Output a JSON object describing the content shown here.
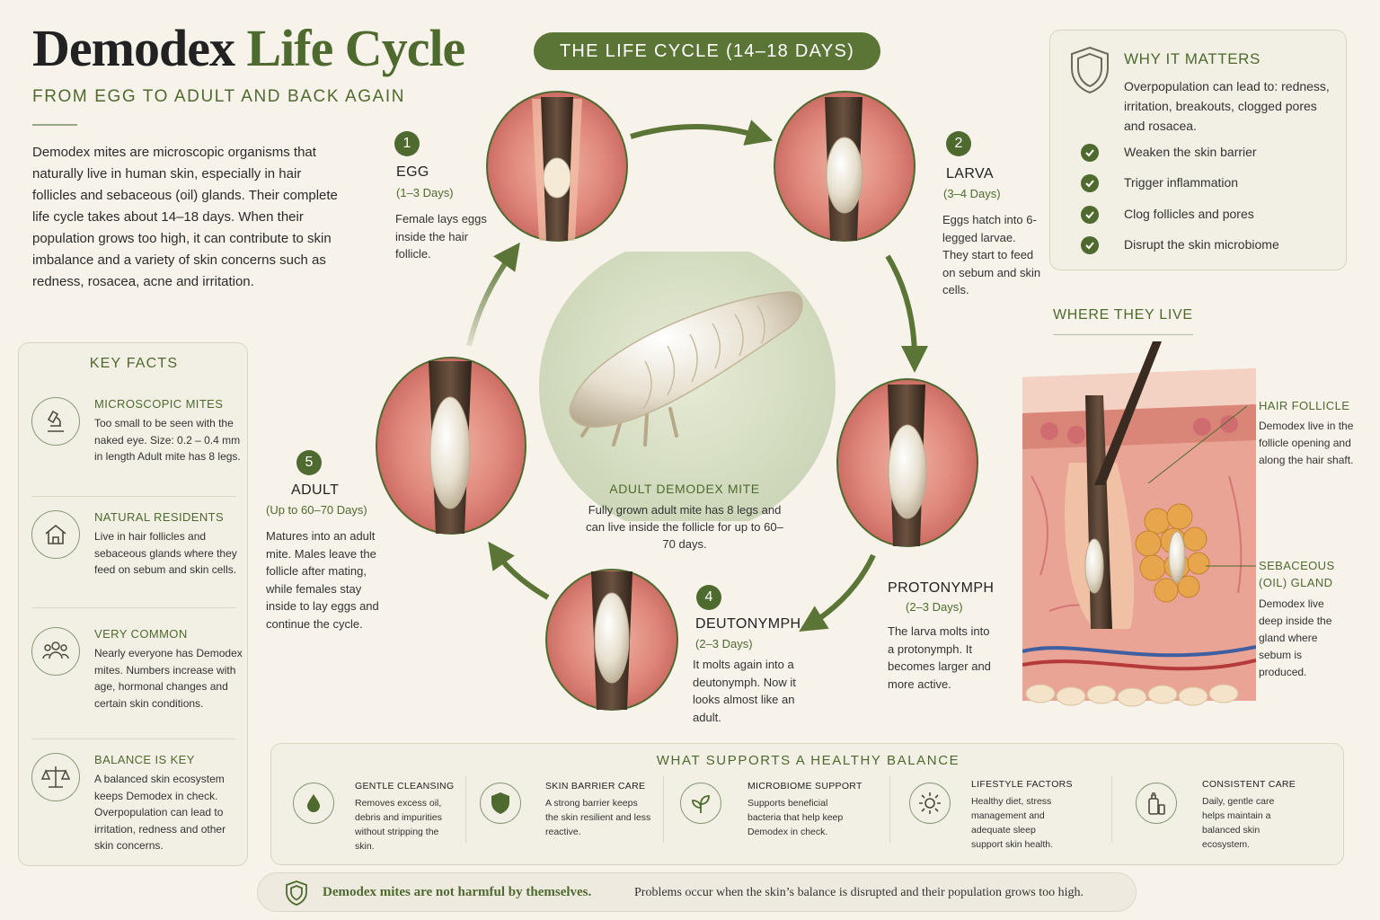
{
  "header": {
    "title_part1": "Demodex",
    "title_part2": "Life Cycle",
    "subtitle": "FROM EGG TO ADULT AND BACK AGAIN",
    "intro": "Demodex mites are microscopic organisms that naturally live in human skin, especially in hair follicles and sebaceous (oil) glands. Their complete life cycle takes about 14–18 days. When their population grows too high, it can contribute to skin imbalance and a variety of skin concerns such as redness, rosacea, acne and irritation."
  },
  "key_facts": {
    "title": "KEY FACTS",
    "items": [
      {
        "icon": "microscope-icon",
        "heading": "MICROSCOPIC MITES",
        "text": "Too small to be seen with the naked eye. Size: 0.2 – 0.4 mm in length Adult mite has 8 legs."
      },
      {
        "icon": "house-icon",
        "heading": "NATURAL RESIDENTS",
        "text": "Live in hair follicles and sebaceous glands where they feed on sebum and skin cells."
      },
      {
        "icon": "people-icon",
        "heading": "VERY COMMON",
        "text": "Nearly everyone has Demodex mites. Numbers increase with age, hormonal changes and certain skin conditions."
      },
      {
        "icon": "scale-icon",
        "heading": "BALANCE IS KEY",
        "text": "A balanced skin ecosystem keeps Demodex in check. Overpopulation can lead to irritation, redness and other skin concerns."
      }
    ]
  },
  "cycle": {
    "title": "THE LIFE CYCLE (14–18 DAYS)",
    "center_heading": "ADULT DEMODEX MITE",
    "center_text": "Fully grown adult mite has 8 legs and can live inside the follicle for up to 60–70 days.",
    "stages": [
      {
        "num": "1",
        "name": "EGG",
        "days": "(1–3 Days)",
        "desc": "Female lays eggs inside the hair follicle."
      },
      {
        "num": "2",
        "name": "LARVA",
        "days": "(3–4 Days)",
        "desc": "Eggs hatch into 6-legged larvae. They start to feed on sebum and skin cells."
      },
      {
        "num": "",
        "name": "PROTONYMPH",
        "days": "(2–3 Days)",
        "desc": "The larva molts into a protonymph. It becomes larger and more active."
      },
      {
        "num": "4",
        "name": "DEUTONYMPH",
        "days": "(2–3 Days)",
        "desc": "It molts again into a deutonymph. Now it looks almost like an adult."
      },
      {
        "num": "5",
        "name": "ADULT",
        "days": "(Up to 60–70 Days)",
        "desc": "Matures into an adult mite. Males leave the follicle after mating, while females stay inside to lay eggs and continue the cycle."
      }
    ]
  },
  "why": {
    "icon": "shield-icon",
    "title": "WHY IT MATTERS",
    "lead": "Overpopulation can lead to: redness, irritation, breakouts, clogged pores and rosacea.",
    "items": [
      "Weaken the skin barrier",
      "Trigger inflammation",
      "Clog follicles and pores",
      "Disrupt the skin microbiome"
    ]
  },
  "where": {
    "title": "WHERE THEY LIVE",
    "follicle_heading": "HAIR FOLLICLE",
    "follicle_text": "Demodex live in the follicle opening and along the hair shaft.",
    "gland_heading": "SEBACEOUS (OIL) GLAND",
    "gland_text": "Demodex live deep inside the gland where sebum is produced."
  },
  "support": {
    "title": "WHAT SUPPORTS A HEALTHY BALANCE",
    "items": [
      {
        "icon": "droplet-icon",
        "heading": "GENTLE CLEANSING",
        "text": "Removes excess oil, debris and impurities without stripping the skin."
      },
      {
        "icon": "shield-icon",
        "heading": "SKIN BARRIER CARE",
        "text": "A strong barrier keeps the skin resilient and less reactive."
      },
      {
        "icon": "leaf-icon",
        "heading": "MICROBIOME SUPPORT",
        "text": "Supports beneficial bacteria that help keep Demodex in check."
      },
      {
        "icon": "sun-icon",
        "heading": "LIFESTYLE FACTORS",
        "text": "Healthy diet, stress management and adequate sleep support skin health."
      },
      {
        "icon": "bottle-icon",
        "heading": "CONSISTENT CARE",
        "text": "Daily, gentle care helps maintain a balanced skin ecosystem."
      }
    ]
  },
  "footer": {
    "bold": "Demodex mites are not harmful by themselves.",
    "text": "Problems occur when the skin’s balance is disrupted and their population grows too high."
  },
  "colors": {
    "accent": "#4e6a2e",
    "background": "#f7f3ea",
    "panel": "#f2efe4",
    "skin": "#d97f76",
    "follicle": "#4a3a2c",
    "mite": "#e8dfcc"
  }
}
